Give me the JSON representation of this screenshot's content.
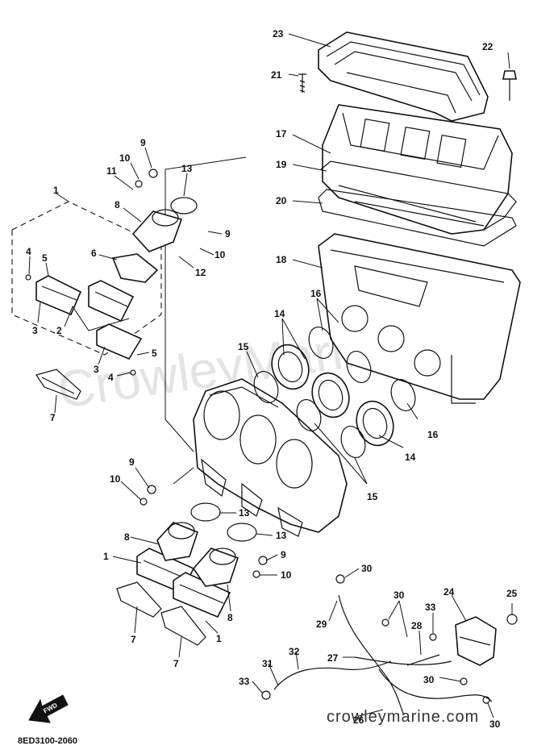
{
  "diagram": {
    "watermark": "CrowleyMarine",
    "brand": "crowleymarine.com",
    "drawing_code": "8ED3100-2060",
    "fwd_label": "FWD",
    "callouts": [
      {
        "id": "c23",
        "text": "23"
      },
      {
        "id": "c22",
        "text": "22"
      },
      {
        "id": "c21",
        "text": "21"
      },
      {
        "id": "c17",
        "text": "17"
      },
      {
        "id": "c19",
        "text": "19"
      },
      {
        "id": "c20",
        "text": "20"
      },
      {
        "id": "c18",
        "text": "18"
      },
      {
        "id": "c16a",
        "text": "16"
      },
      {
        "id": "c16b",
        "text": "16"
      },
      {
        "id": "c14a",
        "text": "14"
      },
      {
        "id": "c14b",
        "text": "14"
      },
      {
        "id": "c15a",
        "text": "15"
      },
      {
        "id": "c15b",
        "text": "15"
      },
      {
        "id": "c9a",
        "text": "9"
      },
      {
        "id": "c10a",
        "text": "10"
      },
      {
        "id": "c11",
        "text": "11"
      },
      {
        "id": "c13a",
        "text": "13"
      },
      {
        "id": "c8a",
        "text": "8"
      },
      {
        "id": "c9b",
        "text": "9"
      },
      {
        "id": "c10b",
        "text": "10"
      },
      {
        "id": "c12",
        "text": "12"
      },
      {
        "id": "c1a",
        "text": "1"
      },
      {
        "id": "c4a",
        "text": "4"
      },
      {
        "id": "c5a",
        "text": "5"
      },
      {
        "id": "c6",
        "text": "6"
      },
      {
        "id": "c3a",
        "text": "3"
      },
      {
        "id": "c2",
        "text": "2"
      },
      {
        "id": "c3b",
        "text": "3"
      },
      {
        "id": "c5b",
        "text": "5"
      },
      {
        "id": "c4b",
        "text": "4"
      },
      {
        "id": "c7a",
        "text": "7"
      },
      {
        "id": "c9c",
        "text": "9"
      },
      {
        "id": "c10c",
        "text": "10"
      },
      {
        "id": "c13b",
        "text": "13"
      },
      {
        "id": "c13c",
        "text": "13"
      },
      {
        "id": "c8b",
        "text": "8"
      },
      {
        "id": "c9d",
        "text": "9"
      },
      {
        "id": "c1b",
        "text": "1"
      },
      {
        "id": "c10d",
        "text": "10"
      },
      {
        "id": "c8c",
        "text": "8"
      },
      {
        "id": "c7b",
        "text": "7"
      },
      {
        "id": "c1c",
        "text": "1"
      },
      {
        "id": "c7c",
        "text": "7"
      },
      {
        "id": "c30a",
        "text": "30"
      },
      {
        "id": "c30b",
        "text": "30"
      },
      {
        "id": "c24",
        "text": "24"
      },
      {
        "id": "c25",
        "text": "25"
      },
      {
        "id": "c33a",
        "text": "33"
      },
      {
        "id": "c29",
        "text": "29"
      },
      {
        "id": "c28",
        "text": "28"
      },
      {
        "id": "c27",
        "text": "27"
      },
      {
        "id": "c32",
        "text": "32"
      },
      {
        "id": "c31",
        "text": "31"
      },
      {
        "id": "c30c",
        "text": "30"
      },
      {
        "id": "c33b",
        "text": "33"
      },
      {
        "id": "c26",
        "text": "26"
      },
      {
        "id": "c30d",
        "text": "30"
      }
    ]
  }
}
